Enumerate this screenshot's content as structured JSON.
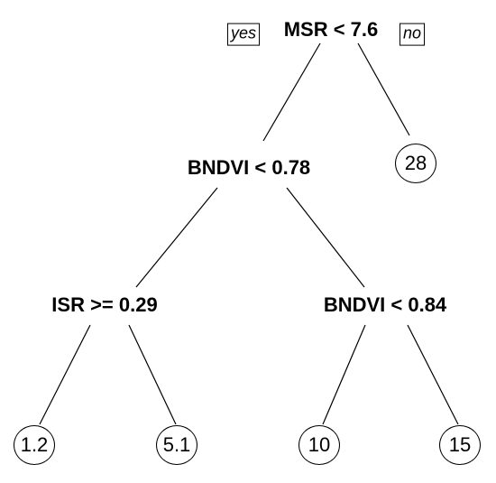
{
  "tree": {
    "root": {
      "label": "MSR < 7.6",
      "yes_label": "yes",
      "no_label": "no"
    },
    "node_left": {
      "label": "BNDVI < 0.78"
    },
    "node_left_left": {
      "label": "ISR >= 0.29"
    },
    "node_left_right": {
      "label": "BNDVI < 0.84"
    },
    "leaves": {
      "leaf_1": "1.2",
      "leaf_2": "5.1",
      "leaf_3": "10",
      "leaf_4": "15",
      "leaf_5": "28"
    }
  }
}
